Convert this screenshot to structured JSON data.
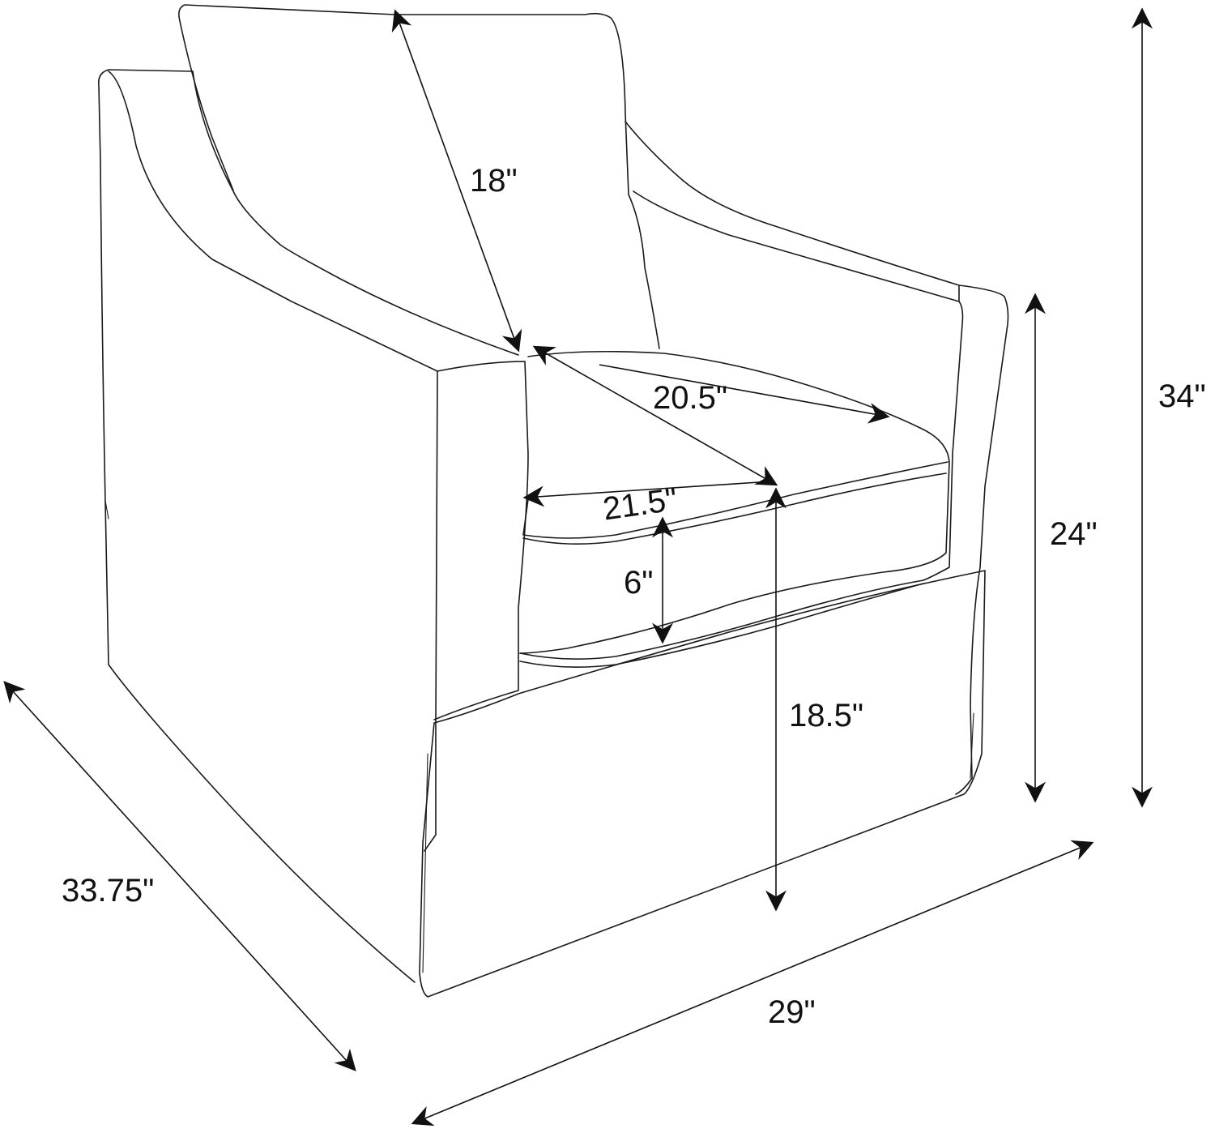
{
  "diagram": {
    "subject_icon": "armchair-line-drawing",
    "line_color": "#1a1a1a",
    "dimensions": {
      "back_cushion_height": "18\"",
      "seat_depth": "20.5\"",
      "seat_width": "21.5\"",
      "seat_cushion_thickness": "6\"",
      "seat_height": "18.5\"",
      "arm_height": "24\"",
      "overall_height": "34\"",
      "overall_depth": "33.75\"",
      "overall_width": "29\""
    }
  }
}
